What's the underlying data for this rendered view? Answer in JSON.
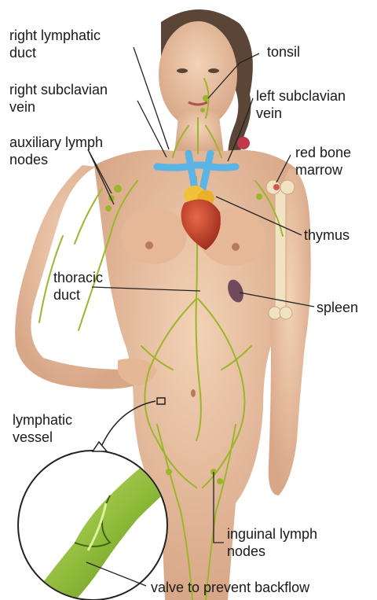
{
  "labels": {
    "right_lymphatic_duct": "right lymphatic\nduct",
    "tonsil": "tonsil",
    "right_subclavian_vein": "right subclavian\nvein",
    "left_subclavian_vein": "left subclavian\nvein",
    "auxiliary_lymph_nodes": "auxiliary lymph\nnodes",
    "red_bone_marrow": "red bone\nmarrow",
    "thymus": "thymus",
    "thoracic_duct": "thoracic\nduct",
    "spleen": "spleen",
    "lymphatic_vessel": "lymphatic\nvessel",
    "inguinal_lymph_nodes": "inguinal lymph\nnodes",
    "valve": "valve to prevent backflow"
  },
  "colors": {
    "skin": "#e9c3a3",
    "skin_shadow": "#cf9d7c",
    "hair": "#5a4536",
    "lymph": "#9cb62b",
    "vein": "#5bb4e4",
    "heart": "#c8402a",
    "thymus": "#f0c23a",
    "spleen": "#6e4a5c",
    "bone": "#f1e2c4",
    "vessel_green": "#8fbb3a"
  }
}
